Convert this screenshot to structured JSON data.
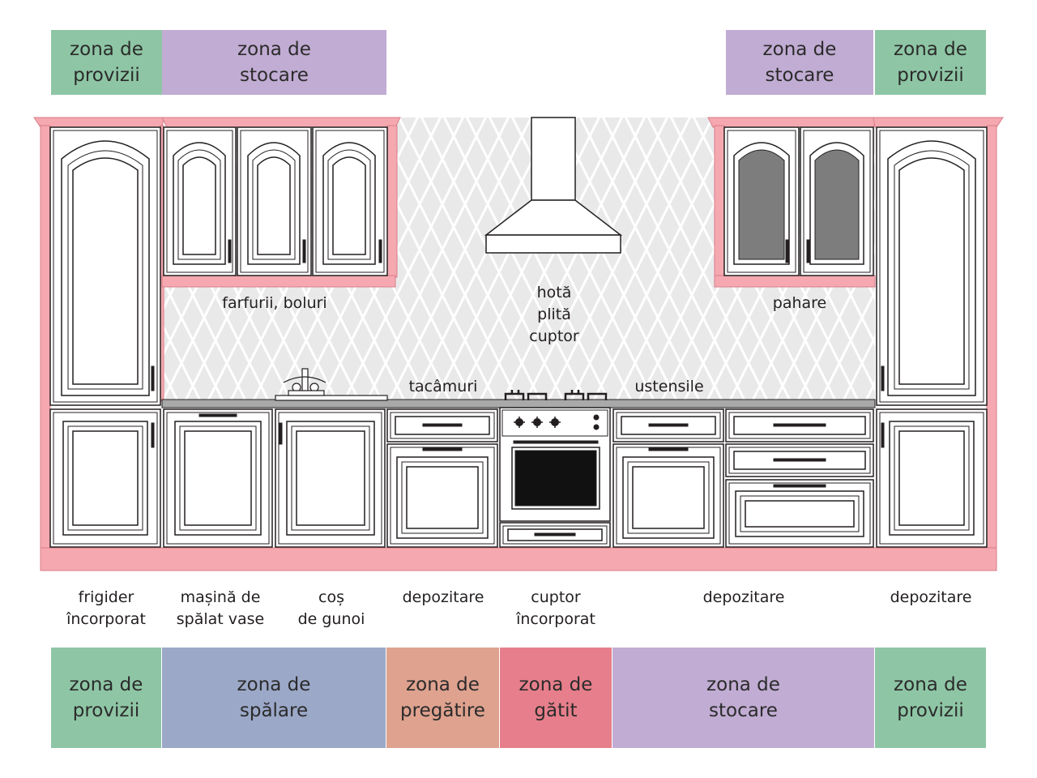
{
  "colors": {
    "provizii": "#8ec6a5",
    "stocare": "#c1acd3",
    "spalare": "#9ba8c8",
    "pregatire": "#dea28f",
    "gatit": "#e67f8b",
    "frame": "#f5a8b0",
    "frame_stroke": "#d97d89",
    "tile_bg": "#e9e9ea",
    "tile_line": "#ffffff",
    "glass": "#7d7d7d",
    "counter": "#a9a9a9",
    "line": "#231f20"
  },
  "top_zones": {
    "left_provizii": "zona de\nprovizii",
    "left_stocare": "zona de\nstocare",
    "right_stocare": "zona de\nstocare",
    "right_provizii": "zona de\nprovizii"
  },
  "wall_labels": {
    "plates": "farfurii, boluri",
    "hood_stack": "hotă\nplită\ncuptor",
    "glasses": "pahare",
    "cutlery": "tacâmuri",
    "utensils": "ustensile"
  },
  "base_labels": {
    "fridge": "frigider\nîncorporat",
    "dishwasher": "mașină de\nspălat vase",
    "trash": "coș\nde gunoi",
    "storage_1": "depozitare",
    "oven": "cuptor\nîncorporat",
    "storage_2": "depozitare",
    "storage_3": "depozitare"
  },
  "bottom_zones": {
    "provizii_left": "zona de\nprovizii",
    "spalare": "zona de\nspălare",
    "pregatire": "zona de\npregătire",
    "gatit": "zona de\ngătit",
    "stocare": "zona de\nstocare",
    "provizii_right": "zona de\nprovizii"
  }
}
